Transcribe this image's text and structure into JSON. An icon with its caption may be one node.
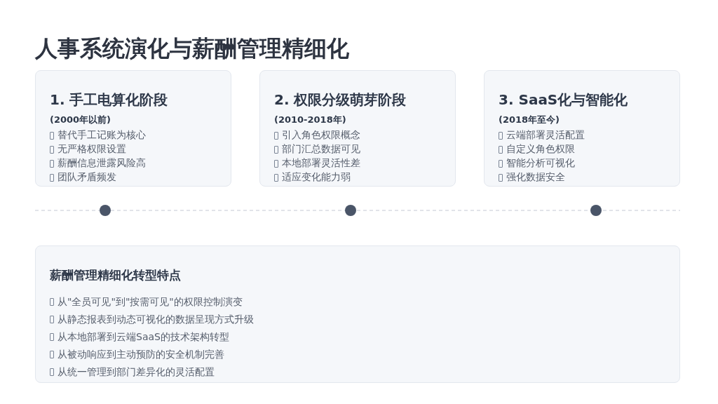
{
  "diagram": {
    "title": "人事系统演化与薪酬管理精细化",
    "nodes": [
      {
        "text": [
          "1. 手工电算化阶段",
          "(2000年以前)",
          "替代手工记账为核心",
          "无严格权限设置",
          "薪酬信息泄露风险高",
          "团队矛盾频发"
        ]
      },
      {
        "text": [
          "2. 权限分级萌芽阶段",
          "(2010-2018年)",
          "引入角色权限概念",
          "部门汇总数据可见",
          "本地部署灵活性差",
          "适应变化能力弱"
        ]
      },
      {
        "text": [
          "3. SaaS化与智能化",
          "(2018年至今)",
          "云端部署灵活配置",
          "自定义角色权限",
          "智能分析可视化",
          "强化数据安全"
        ]
      },
      {
        "text": [
          "薪酬管理精细化转型特点",
          "从\"全员可见\"到\"按需可见\"的权限控制演变",
          "从静态报表到动态可视化的数据呈现方式升级",
          "从本地部署到云端SaaS的技术架构转型",
          "从被动响应到主动预防的安全机制完善",
          "从统一管理到部门差异化的灵活配置"
        ]
      }
    ]
  }
}
